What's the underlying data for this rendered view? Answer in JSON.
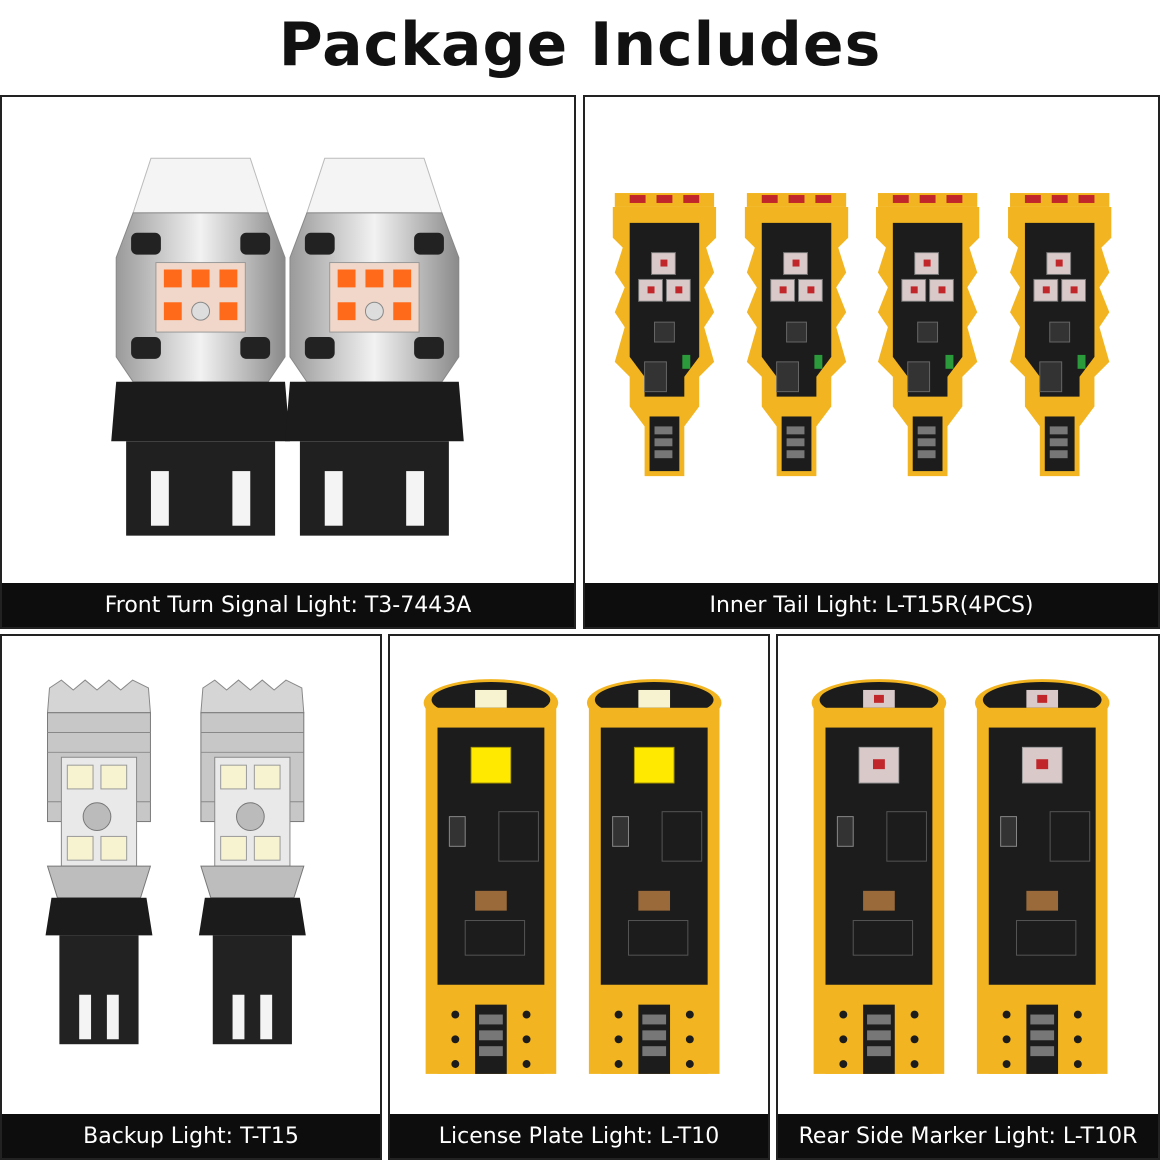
{
  "title": "Package Includes",
  "panels": [
    {
      "caption": "Front Turn Signal Light: T3-7443A"
    },
    {
      "caption": "Inner Tail Light: L-T15R(4PCS)"
    },
    {
      "caption": "Backup Light: T-T15"
    },
    {
      "caption": "License Plate Light: L-T10"
    },
    {
      "caption": "Rear Side Marker Light: L-T10R"
    }
  ],
  "colors": {
    "caption_bg": "#0d0d0d",
    "pcb_gold": "#f2b521",
    "pcb_black": "#1c1c1c",
    "amber_led": "#ff6a1a",
    "red_led": "#c0262a",
    "white_led": "#f7f3d0",
    "yellow_led": "#ffe900",
    "silver": "#cfcfcf"
  },
  "icons": [
    "bulb-7443-icon",
    "bulb-t15r-icon",
    "bulb-t15-icon",
    "bulb-t10-icon",
    "bulb-t10r-icon"
  ]
}
